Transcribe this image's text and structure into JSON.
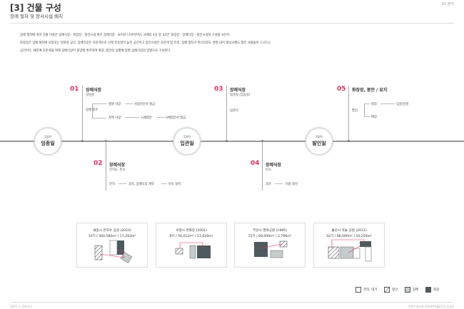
{
  "header": {
    "title": "[3] 건물 구성",
    "subtitle": "장례 절차 및 장사시설 배치",
    "page": "01 분석"
  },
  "paragraph": [
    "장례 절차에 따라 건물 이용은 장례식장 - 화장장 - 봉안시설 혹은 장례식장 - 묘지로 나뉘어지만, 사례의 4곳 중 3곳은 화장장 - 장례식장 - 봉안시설의 구성을 보인다.",
    "화장장은 장례 절차에 포함되는 일회성 공간, 장례식장은 조문객으로 인해 유동성이 높은 공간이고 봉안시설은 조문객 및 유족, 장례 절차가 아니더라도 명절 내지 평상시에도 많은 사람들이 드나드는",
    "공간이다. 때문에 조문객을 위해 장례식장이 중앙에 위치하며 화장, 봉안의 상황에 맞춰 장례식장의 양옆으로 구성된다."
  ],
  "days": [
    {
      "day": "1일차",
      "name": "임종일"
    },
    {
      "day": "2일차",
      "name": "입관일"
    },
    {
      "day": "3일차",
      "name": "발인일"
    }
  ],
  "steps": {
    "s1": {
      "num": "01",
      "title": "장례식장",
      "sub": "상담실",
      "a1": "병원 사망",
      "a2": "사망진단서 발급",
      "label": "장례 접수",
      "b1": "자택 사망",
      "b2": "시체검안",
      "b3": "시체검안서 발급"
    },
    "s2": {
      "num": "02",
      "title": "장례식장",
      "sub": "안치소, 빈소",
      "a1": "안치",
      "a2": "상조, 장례식장 계약",
      "a3": "빈소 설치"
    },
    "s3": {
      "num": "03",
      "title": "장례식장",
      "sub": "접관실 (염습실)",
      "a1": "입관식"
    },
    "s4": {
      "num": "04",
      "title": "장례식장",
      "sub": "빈소",
      "a1": "조문",
      "a2": "비용 정산"
    },
    "s5": {
      "num": "05",
      "title": "화장장, 봉안 / 묘지",
      "label": "발인",
      "a1": "화장",
      "a2": "납골/산골",
      "b1": "매장"
    }
  },
  "cases": [
    {
      "name": "세종시 은하수 공원 (2010)",
      "stats": "10기 / 360,580m² / 17,293m²"
    },
    {
      "name": "수원시 연화장 (2001)",
      "stats": "9기 / 56,612m² / 11,626m²"
    },
    {
      "name": "부산시 영락공원 (1995)",
      "stats": "15기 / 69,000m² / 2,796m²"
    },
    {
      "name": "울산시 하늘 공원 (2011)",
      "stats": "10기 / 98,000m² / 10,259m²"
    }
  ],
  "legend": [
    {
      "label": "관리, 대기",
      "color": "#ffffff"
    },
    {
      "label": "봉안",
      "color": "hatch"
    },
    {
      "label": "장례",
      "color": "#c5cccc"
    },
    {
      "label": "화장",
      "color": "#4f5a5e"
    }
  ],
  "footer": {
    "left": "2025 소 건축사무",
    "right": "건축수업자료 2024년5월21일 김서연"
  }
}
